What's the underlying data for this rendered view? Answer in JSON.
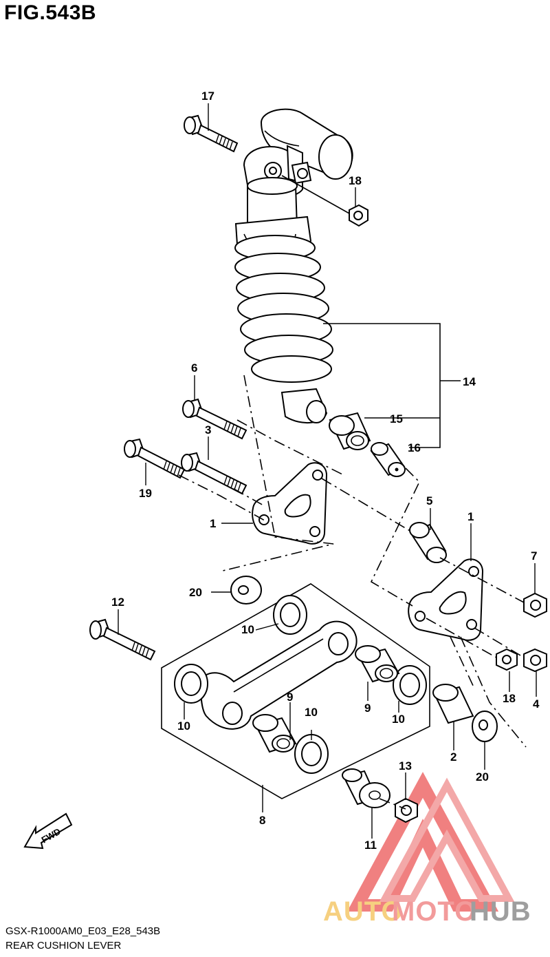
{
  "figure": {
    "title": "FIG.543B",
    "model_code": "GSX-R1000AM0_E03_E28_543B",
    "caption": "REAR CUSHION LEVER"
  },
  "fwd_label": "FWD",
  "watermark": {
    "part1": "AUTO",
    "part2": "MOTO",
    "part3": "HUB",
    "colors": {
      "auto": "#f5c86a",
      "moto": "#f08a8a",
      "hub": "#8e8e8e",
      "triangle": "#ee6a6a"
    }
  },
  "callouts": {
    "c1a": "1",
    "c1b": "1",
    "c2": "2",
    "c3": "3",
    "c4": "4",
    "c5": "5",
    "c6": "6",
    "c7": "7",
    "c8": "8",
    "c9a": "9",
    "c9b": "9",
    "c10a": "10",
    "c10b": "10",
    "c10c": "10",
    "c10d": "10",
    "c11": "11",
    "c12": "12",
    "c13": "13",
    "c14": "14",
    "c15": "15",
    "c16": "16",
    "c17": "17",
    "c18a": "18",
    "c18b": "18",
    "c19": "19",
    "c20a": "20",
    "c20b": "20"
  }
}
